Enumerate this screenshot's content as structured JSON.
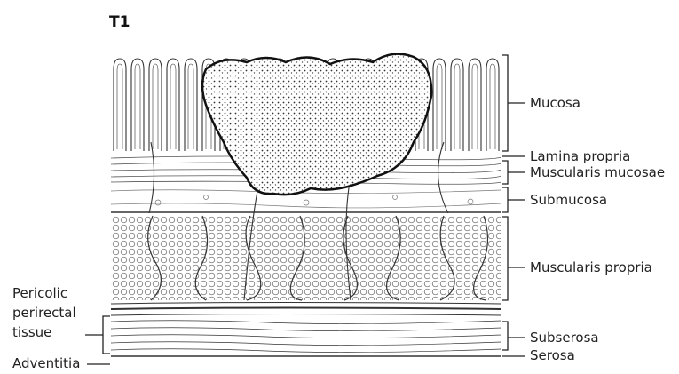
{
  "title": "T1",
  "labels": {
    "mucosa": "Mucosa",
    "lamina_propria": "Lamina propria",
    "muscularis_mucosae": "Muscularis mucosae",
    "submucosa": "Submucosa",
    "muscularis_propria": "Muscularis propria",
    "subserosa": "Subserosa",
    "serosa": "Serosa",
    "pericolic_line1": "Pericolic",
    "pericolic_line2": "perirectal",
    "pericolic_line3": "tissue",
    "adventitia": "Adventitia"
  },
  "colors": {
    "ink": "#222222",
    "tumor": "#333333",
    "background": "#ffffff"
  }
}
